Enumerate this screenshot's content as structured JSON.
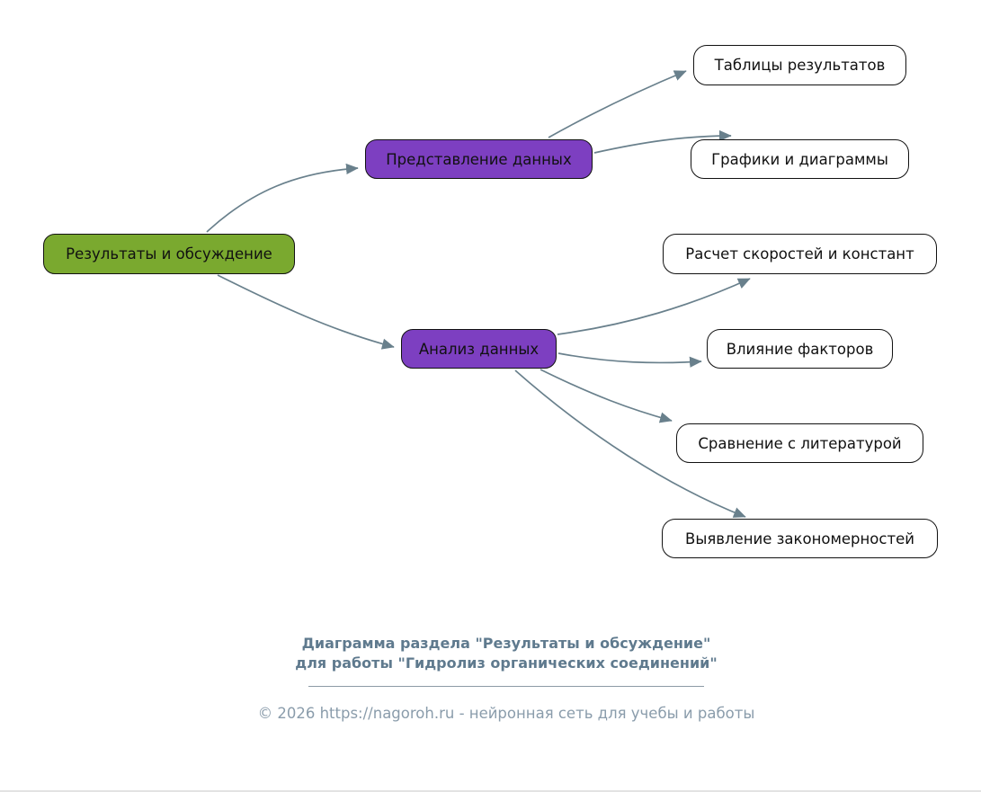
{
  "diagram": {
    "root": {
      "label": "Результаты и обсуждение"
    },
    "branches": [
      {
        "label": "Представление данных"
      },
      {
        "label": "Анализ данных"
      }
    ],
    "leaves": [
      {
        "label": "Таблицы результатов"
      },
      {
        "label": "Графики и диаграммы"
      },
      {
        "label": "Расчет скоростей и констант"
      },
      {
        "label": "Влияние факторов"
      },
      {
        "label": "Сравнение с литературой"
      },
      {
        "label": "Выявление закономерностей"
      }
    ],
    "connections": [
      {
        "from": "Результаты и обсуждение",
        "to": "Представление данных"
      },
      {
        "from": "Результаты и обсуждение",
        "to": "Анализ данных"
      },
      {
        "from": "Представление данных",
        "to": "Таблицы результатов"
      },
      {
        "from": "Представление данных",
        "to": "Графики и диаграммы"
      },
      {
        "from": "Анализ данных",
        "to": "Расчет скоростей и констант"
      },
      {
        "from": "Анализ данных",
        "to": "Влияние факторов"
      },
      {
        "from": "Анализ данных",
        "to": "Сравнение с литературой"
      },
      {
        "from": "Анализ данных",
        "to": "Выявление закономерностей"
      }
    ]
  },
  "colors": {
    "root_fill": "#7aa92f",
    "branch_fill": "#7d3fc1",
    "leaf_fill": "#ffffff",
    "node_border": "#111111",
    "connector": "#69808c",
    "caption_text": "#5f7a8e",
    "copyright_text": "#8a9cab"
  },
  "footer": {
    "caption_line1": "Диаграмма раздела \"Результаты и обсуждение\"",
    "caption_line2": "для работы \"Гидролиз органических соединений\"",
    "copyright": "© 2026 https://nagoroh.ru - нейронная сеть для учебы и работы"
  }
}
